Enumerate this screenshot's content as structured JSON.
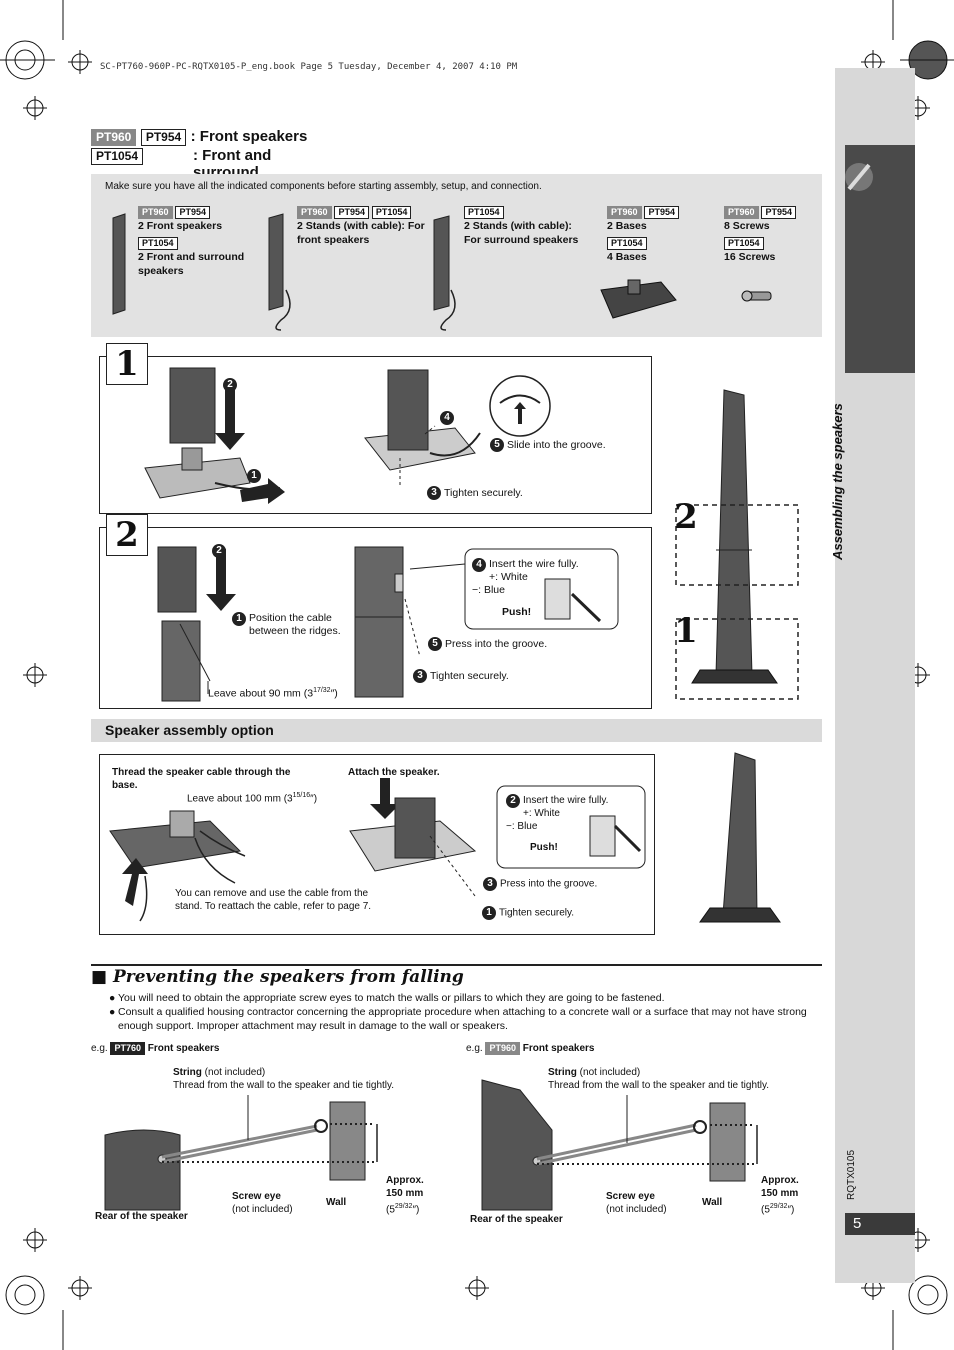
{
  "header": {
    "file_line": "SC-PT760-960P-PC-RQTX0105-P_eng.book  Page 5  Tuesday, December 4, 2007  4:10 PM"
  },
  "sidebar": {
    "section_title": "Assembling the speakers",
    "doc_code": "RQTX0105",
    "page_number": "5"
  },
  "title_block": {
    "tag_pt960": "PT960",
    "tag_pt954": "PT954",
    "tag_pt1054": "PT1054",
    "line1": ": Front speakers",
    "line2": ": Front and surround speakers"
  },
  "components": {
    "intro": "Make sure you have all the indicated components before starting assembly, setup, and connection.",
    "speakers_a": "2 Front speakers",
    "speakers_b": "2 Front and surround speakers",
    "stands_front": "2 Stands (with cable): For front speakers",
    "stands_surround": "2 Stands (with cable): For surround speakers",
    "bases_a": "2 Bases",
    "bases_b": "4 Bases",
    "screws_a": "8 Screws",
    "screws_b": "16 Screws"
  },
  "step1": {
    "number": "1",
    "c2": "2",
    "c1": "1",
    "c4": "4",
    "c5": "5",
    "c3": "3",
    "slide": "Slide into the groove.",
    "tighten": "Tighten securely."
  },
  "step2": {
    "number": "2",
    "c2": "2",
    "c1": "1",
    "position": "Position the cable between the ridges.",
    "leave": "Leave about 90 mm (3",
    "leave_frac": "17/32",
    "leave_end": "″)",
    "c4": "4",
    "insert": "Insert the wire fully.",
    "white": "+: White",
    "blue": "−: Blue",
    "push": "Push!",
    "c5": "5",
    "press": "Press into the groove.",
    "c3": "3",
    "tighten": "Tighten securely."
  },
  "option": {
    "title": "Speaker assembly option",
    "thread": "Thread the speaker cable through the base.",
    "leave": "Leave about 100 mm (3",
    "leave_frac": "15/16",
    "leave_end": "″)",
    "remove": "You can remove and use the cable from the stand. To reattach the cable, refer to page 7.",
    "attach": "Attach the speaker.",
    "c2": "2",
    "insert": "Insert the wire fully.",
    "white": "+: White",
    "blue": "−: Blue",
    "push": "Push!",
    "c3": "3",
    "press": "Press into the groove.",
    "c1": "1",
    "tighten": "Tighten securely."
  },
  "side_diagram": {
    "label2": "2",
    "label1": "1"
  },
  "preventing": {
    "title": "Preventing the speakers from falling",
    "bullet1": "You will need to obtain the appropriate screw eyes to match the walls or pillars to which they are going to be fastened.",
    "bullet2": "Consult a qualified housing contractor concerning the appropriate procedure when attaching to a concrete wall or a surface that may not have strong enough support. Improper attachment may result in damage to the wall or speakers.",
    "eg": "e.g.",
    "tag_left": "PT760",
    "tag_right": "PT960",
    "front_speakers": "Front speakers",
    "string": "String",
    "not_included": "(not included)",
    "thread": "Thread from the wall to the speaker and tie tightly.",
    "screw_eye": "Screw eye",
    "wall": "Wall",
    "approx": "Approx. 150 mm",
    "approx_in": "(5",
    "approx_frac": "29/32",
    "approx_end": "″)",
    "rear": "Rear of the speaker"
  }
}
